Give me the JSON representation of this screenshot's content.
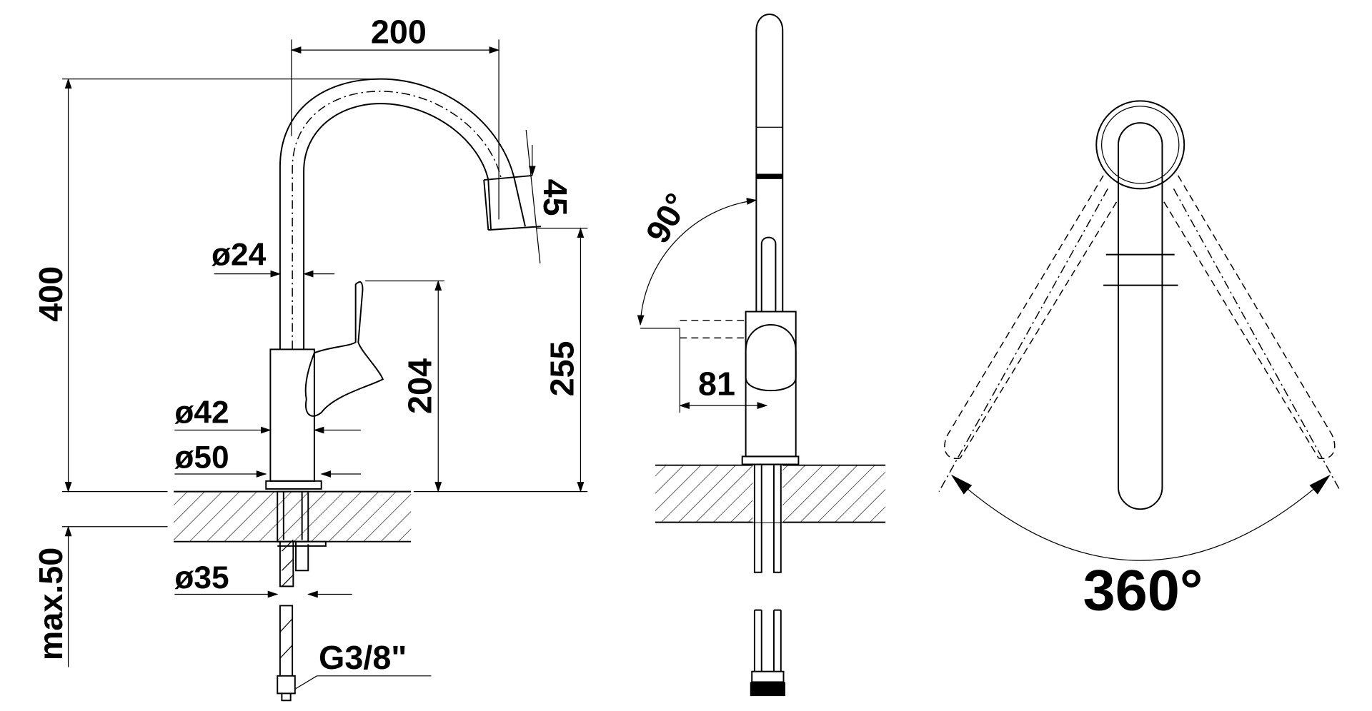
{
  "title": "Kitchen faucet technical drawing",
  "dimensions": {
    "width_reach": "200",
    "total_height": "400",
    "spray_head": "45",
    "spout_diameter": "ø24",
    "lever_height": "204",
    "outlet_height": "255",
    "body_diameter": "ø42",
    "base_diameter": "ø50",
    "hole_diameter": "ø35",
    "max_thickness": "max.50",
    "connection": "G3/8\"",
    "lever_angle": "90°",
    "lever_clearance": "81",
    "swivel": "360°"
  },
  "colors": {
    "line": "#000000",
    "background": "#ffffff"
  }
}
